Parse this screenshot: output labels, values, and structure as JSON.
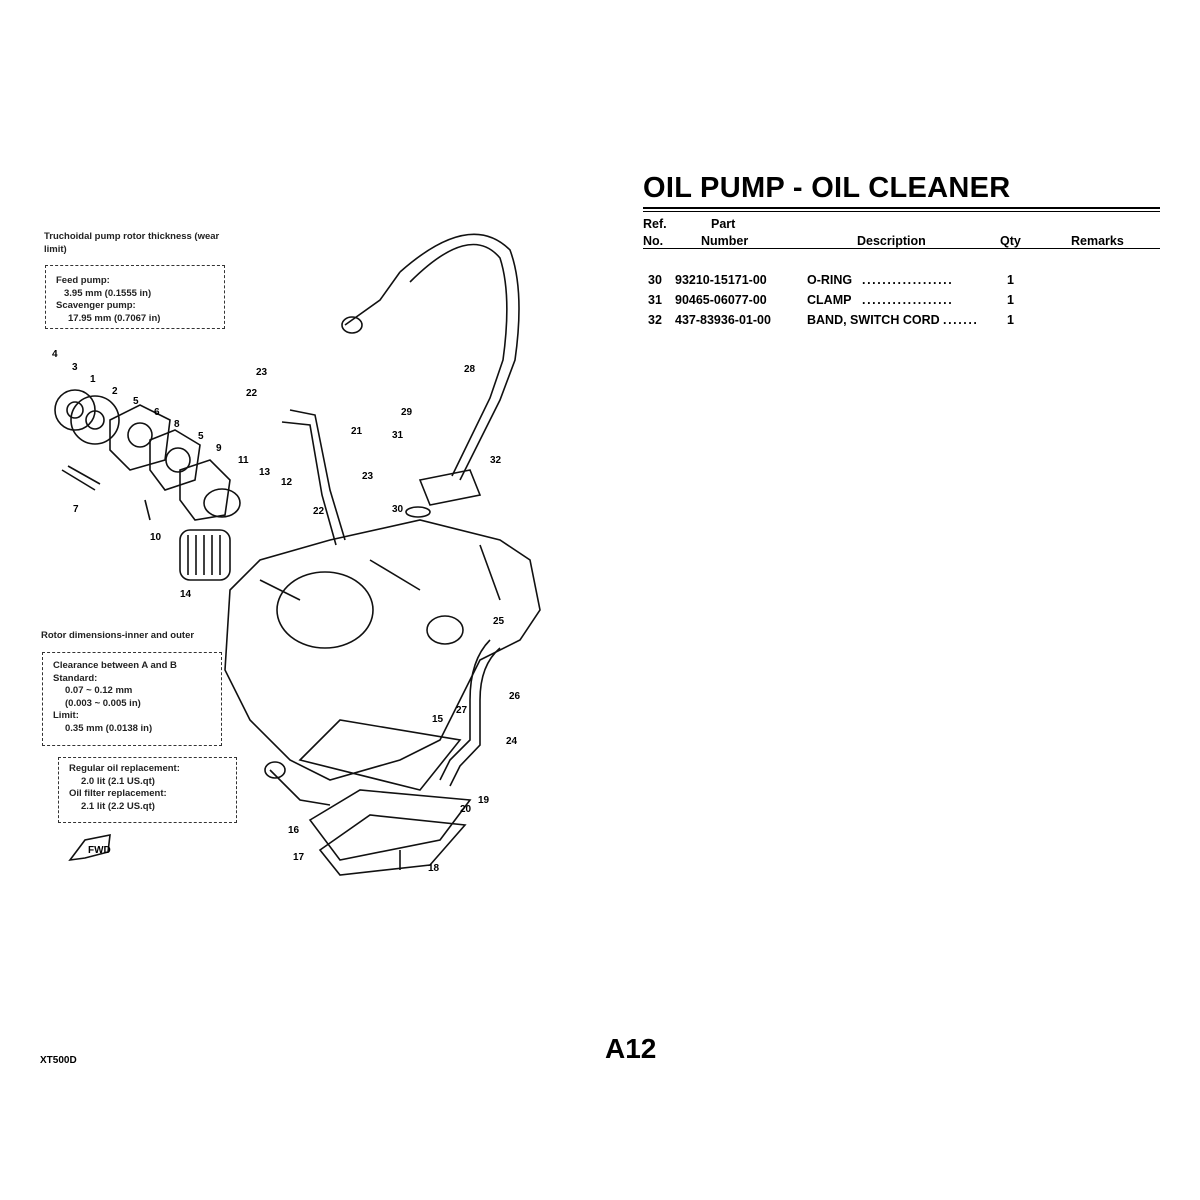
{
  "header": {
    "title": "OIL PUMP - OIL CLEANER"
  },
  "table": {
    "columns": {
      "ref_1": "Ref.",
      "ref_2": "No.",
      "part_1": "Part",
      "part_2": "Number",
      "description": "Description",
      "qty": "Qty",
      "remarks": "Remarks"
    },
    "rows": [
      {
        "ref": "30",
        "part": "93210-15171-00",
        "desc": "O-RING",
        "dots": "..................",
        "qty": "1"
      },
      {
        "ref": "31",
        "part": "90465-06077-00",
        "desc": "CLAMP",
        "dots": "..................",
        "qty": "1"
      },
      {
        "ref": "32",
        "part": "437-83936-01-00",
        "desc": "BAND, SWITCH CORD",
        "dots": ".......",
        "qty": "1"
      }
    ]
  },
  "notes": {
    "rotor_thickness_title_1": "Truchoidal pump rotor thickness (wear",
    "rotor_thickness_title_2": "limit)",
    "feed_pump": "Feed pump:",
    "feed_value": "3.95 mm (0.1555 in)",
    "scavenger_pump": "Scavenger pump:",
    "scavenger_value": "17.95 mm (0.7067 in)",
    "rotor_dim_title": "Rotor dimensions-inner and outer",
    "clearance": "Clearance between A and B",
    "standard": "Standard:",
    "standard_mm": "0.07 ~ 0.12 mm",
    "standard_in": "(0.003 ~ 0.005 in)",
    "limit": "Limit:",
    "limit_value": "0.35 mm (0.0138 in)",
    "regular_oil": "Regular oil replacement:",
    "regular_value": "2.0 lit (2.1 US.qt)",
    "filter_oil": "Oil filter replacement:",
    "filter_value": "2.1 lit (2.2 US.qt)"
  },
  "diagram": {
    "fwd_label": "FWD",
    "callouts": [
      "4",
      "3",
      "1",
      "2",
      "5",
      "6",
      "8",
      "5",
      "9",
      "11",
      "13",
      "12",
      "7",
      "10",
      "14",
      "23",
      "22",
      "21",
      "22",
      "23",
      "28",
      "29",
      "31",
      "32",
      "30",
      "25",
      "26",
      "27",
      "15",
      "24",
      "19",
      "20",
      "16",
      "17",
      "18"
    ]
  },
  "footer": {
    "page": "A12",
    "model": "XT500D"
  }
}
